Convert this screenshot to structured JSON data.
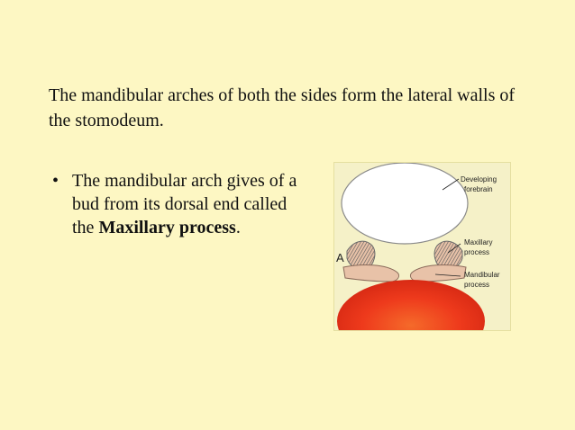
{
  "slide": {
    "intro": "The mandibular arches of both the sides form the lateral walls of the stomodeum.",
    "bullet_marker": "•",
    "bullet_text_before": "The mandibular arch gives of a bud from its dorsal end called the ",
    "bullet_bold": "Maxillary process",
    "bullet_text_after": "."
  },
  "figure": {
    "panel_letter": "A",
    "labels": {
      "forebrain_line1": "Developing",
      "forebrain_line2": "forebrain",
      "maxillary_line1": "Maxillary",
      "maxillary_line2": "process",
      "mandibular_line1": "Mandibular",
      "mandibular_line2": "process"
    },
    "colors": {
      "forebrain": "#ffffff",
      "process": "#e8c2a8",
      "shading": "#6a6a6a",
      "heart": "#ee3a1c"
    }
  }
}
